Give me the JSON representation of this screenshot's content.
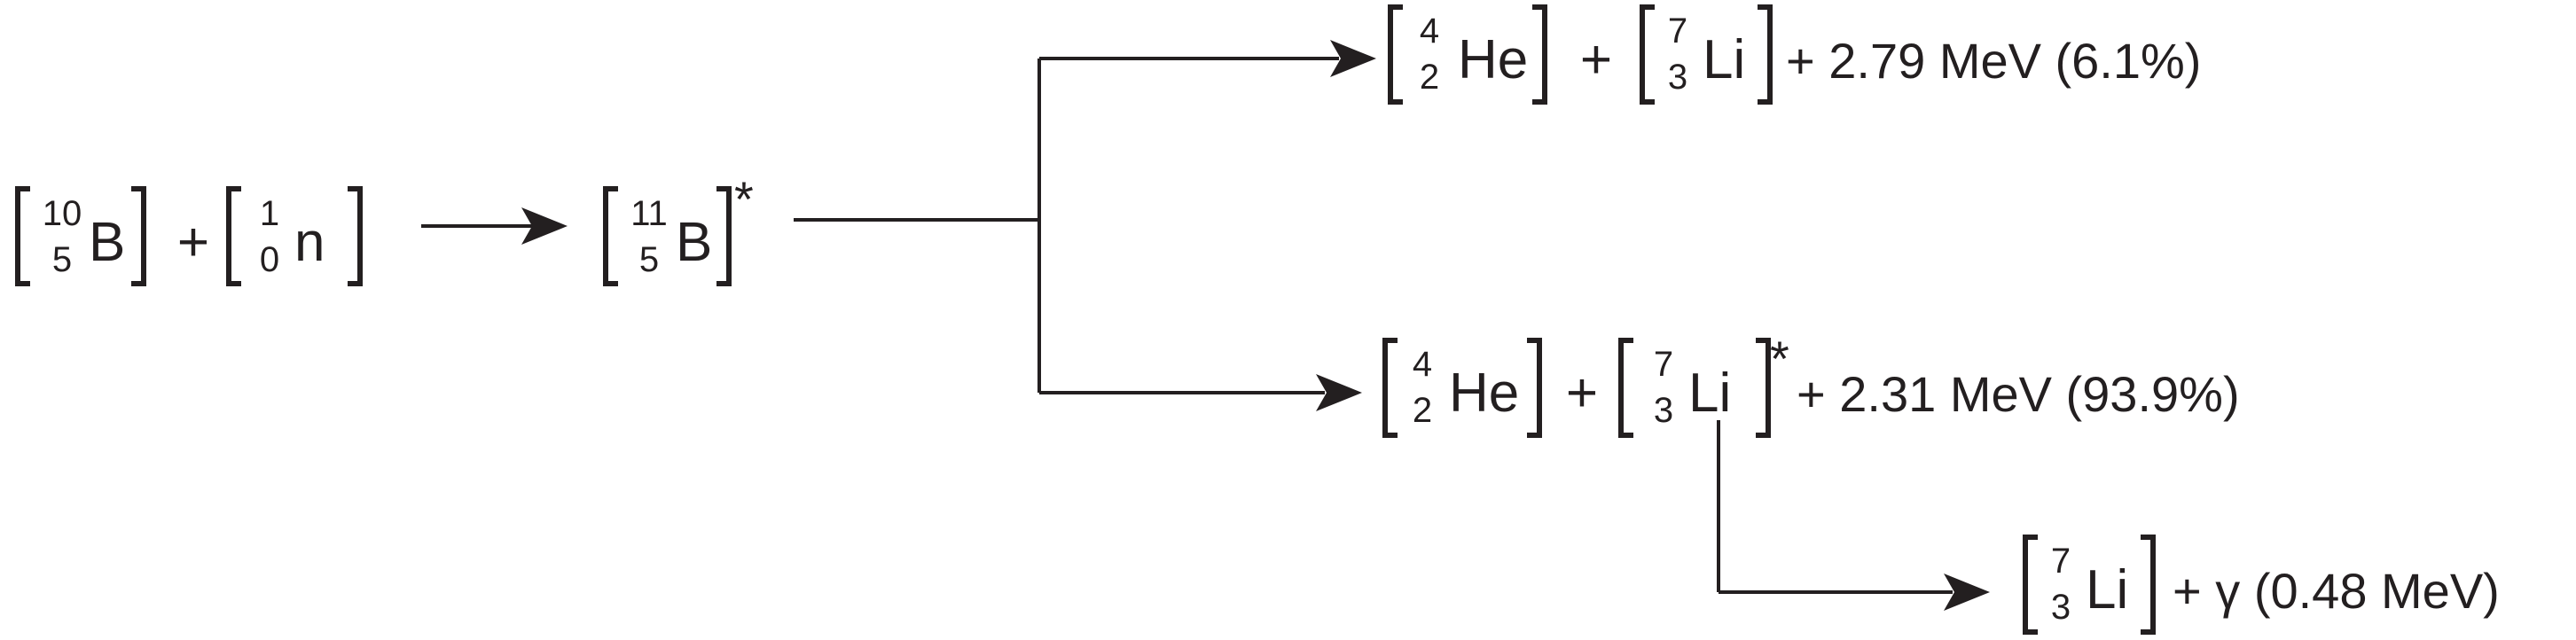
{
  "reactant": {
    "boron10": {
      "mass": "10",
      "atomic": "5",
      "symbol": "B"
    },
    "plus": "+",
    "neutron": {
      "mass": "1",
      "atomic": "0",
      "symbol": "n"
    }
  },
  "intermediate": {
    "boron11": {
      "mass": "11",
      "atomic": "5",
      "symbol": "B"
    },
    "excited_mark": "*"
  },
  "branch_a": {
    "helium": {
      "mass": "4",
      "atomic": "2",
      "symbol": "He"
    },
    "plus": "+",
    "lithium": {
      "mass": "7",
      "atomic": "3",
      "symbol": "Li"
    },
    "energy": "+ 2.79 MeV (6.1%)"
  },
  "branch_b": {
    "helium": {
      "mass": "4",
      "atomic": "2",
      "symbol": "He"
    },
    "plus": "+",
    "lithium": {
      "mass": "7",
      "atomic": "3",
      "symbol": "Li"
    },
    "excited_mark": "*",
    "energy": "+ 2.31 MeV (93.9%)"
  },
  "decay": {
    "lithium": {
      "mass": "7",
      "atomic": "3",
      "symbol": "Li"
    },
    "gamma": "+ γ (0.48 MeV)"
  }
}
